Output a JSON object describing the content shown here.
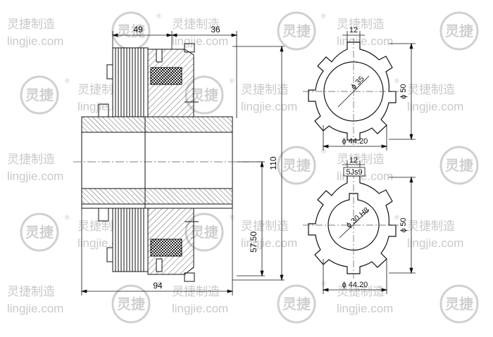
{
  "watermark": {
    "brand_cn": "灵捷制造",
    "brand_url": "lingjie.com",
    "registered_mark": "®",
    "seal_glyph": "灵捷"
  },
  "side_view": {
    "dim_top_left": "49",
    "dim_top_right": "36",
    "dim_bottom_length": "94",
    "dim_radius": "57.50",
    "dim_overall_height": "110"
  },
  "hub_top": {
    "dim_key_width": "12",
    "dim_bore": "ɸ 35",
    "dim_outer": "ɸ 50",
    "dim_across": "ɸ 44.20"
  },
  "hub_bottom": {
    "dim_key_width": "12",
    "dim_keyway": "5Js9",
    "dim_bore": "ɸ 30 H8",
    "dim_outer": "ɸ 50",
    "dim_across": "ɸ 44.20"
  },
  "colors": {
    "line": "#111111",
    "hatch": "#333333",
    "centerline": "#555555",
    "watermark": "#c9c9c9"
  }
}
